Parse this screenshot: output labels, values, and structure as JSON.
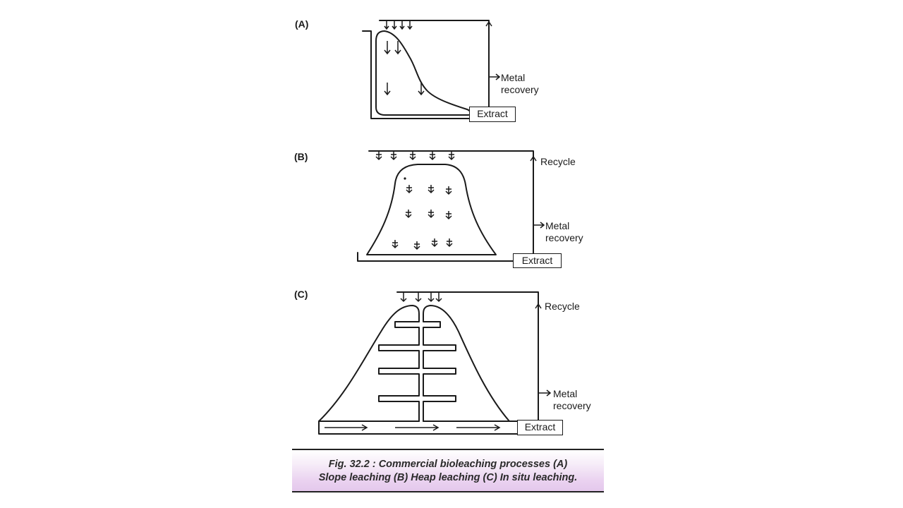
{
  "figure": {
    "panels": [
      {
        "id": "A",
        "label": "(A)",
        "type": "slope-leaching",
        "outputs": {
          "metal_recovery": "Metal\nrecovery",
          "metal_recovery_line1": "Metal",
          "metal_recovery_line2": "recovery"
        },
        "extract_label": "Extract"
      },
      {
        "id": "B",
        "label": "(B)",
        "type": "heap-leaching",
        "outputs": {
          "recycle": "Recycle",
          "metal_recovery_line1": "Metal",
          "metal_recovery_line2": "recovery"
        },
        "extract_label": "Extract"
      },
      {
        "id": "C",
        "label": "(C)",
        "type": "in-situ-leaching",
        "outputs": {
          "recycle": "Recycle",
          "metal_recovery_line1": "Metal",
          "metal_recovery_line2": "recovery"
        },
        "extract_label": "Extract"
      }
    ],
    "caption": {
      "line1": "Fig. 32.2 : Commercial bioleaching processes (A)",
      "line2": "Slope leaching (B) Heap leaching (C) In situ leaching."
    },
    "colors": {
      "ink": "#1a1a1a",
      "caption_band_bottom": "#e4c8ec",
      "background": "#ffffff"
    }
  }
}
